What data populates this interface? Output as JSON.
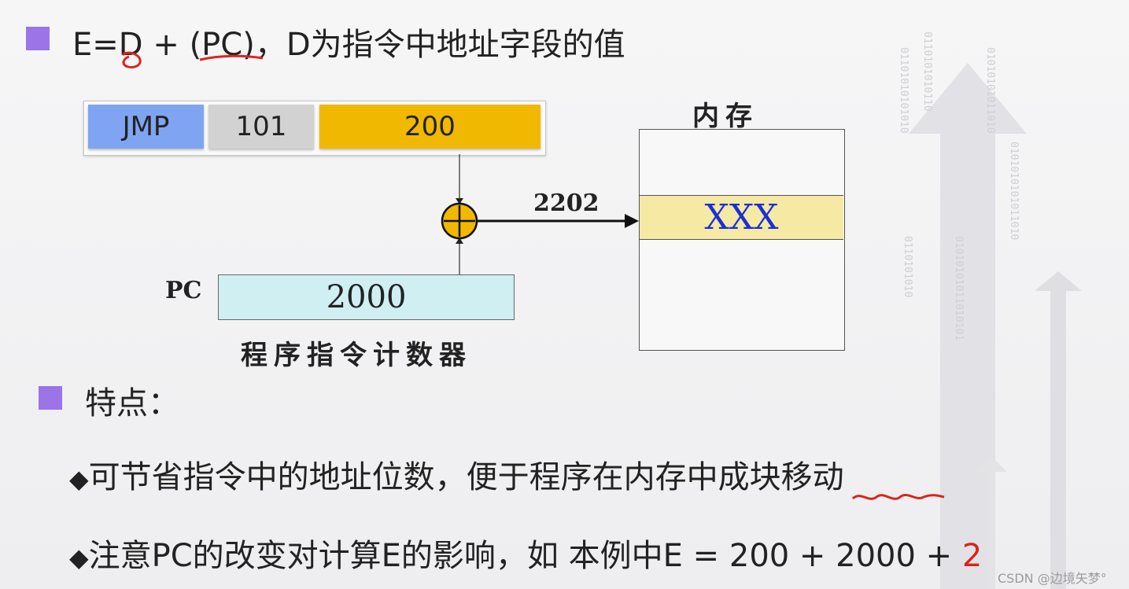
{
  "formula": {
    "prefix": "E=",
    "D": "D",
    "plus": "+",
    "pc": "(PC)",
    "sep": "，",
    "desc": "D为指令中地址字段的值"
  },
  "instruction": {
    "opcode": "JMP",
    "mode": "101",
    "address": "200"
  },
  "memory": {
    "title": "内存",
    "cell_value": "XXX"
  },
  "adder": {
    "result_label": "2202"
  },
  "pc": {
    "label": "PC",
    "value": "2000",
    "caption": "程序指令计数器"
  },
  "features": {
    "title": "特点：",
    "items": [
      {
        "marker": "◆",
        "text": "可节省指令中的地址位数，便于程序在内存中成块移动"
      },
      {
        "marker": "◆",
        "text": "注意PC的改变对计算E的影响，如 本例中E = 200 + 2000 + ",
        "highlight": "2"
      }
    ]
  },
  "watermark": "CSDN @边境矢梦°",
  "colors": {
    "bullet_square": "#9b74e8",
    "opcode_bg": "#7fa5f2",
    "mode_bg": "#d2d2d2",
    "address_bg": "#f0b800",
    "adder_fill": "#f0b800",
    "memory_cell_bg": "#f5e9a4",
    "memory_text": "#1b2fd6",
    "pc_bg": "#cfeff3",
    "annotation_red": "#d8261c"
  }
}
